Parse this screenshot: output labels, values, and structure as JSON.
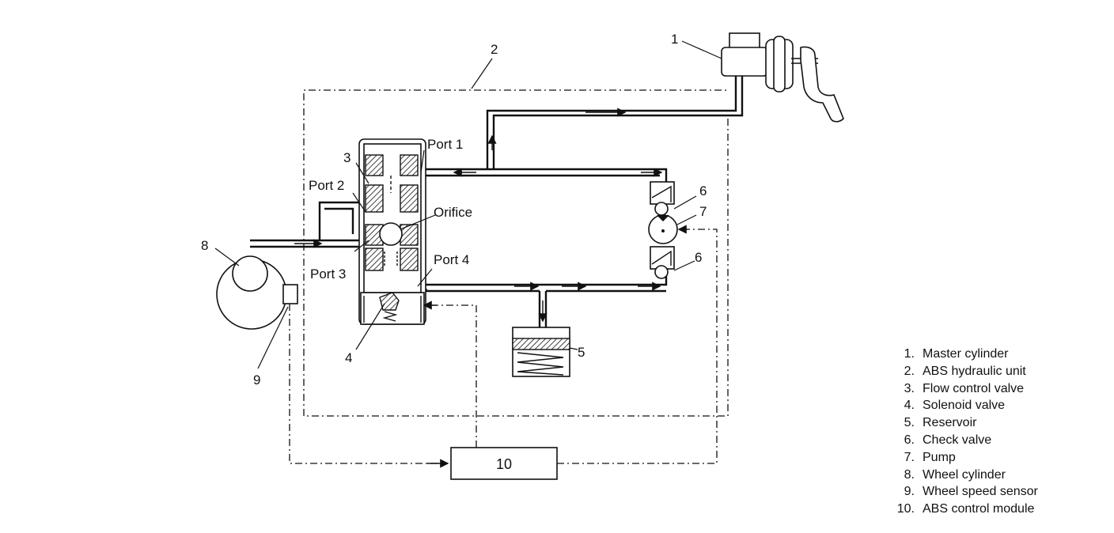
{
  "callouts": {
    "c1": "1",
    "c2": "2",
    "c3": "3",
    "c4": "4",
    "c5": "5",
    "c6a": "6",
    "c6b": "6",
    "c7": "7",
    "c8": "8",
    "c9": "9",
    "c10": "10"
  },
  "ports": {
    "port1": "Port 1",
    "port2": "Port 2",
    "port3": "Port 3",
    "port4": "Port 4",
    "orifice": "Orifice"
  },
  "legend": [
    {
      "num": "1.",
      "label": "Master cylinder"
    },
    {
      "num": "2.",
      "label": "ABS hydraulic unit"
    },
    {
      "num": "3.",
      "label": "Flow control valve"
    },
    {
      "num": "4.",
      "label": "Solenoid valve"
    },
    {
      "num": "5.",
      "label": "Reservoir"
    },
    {
      "num": "6.",
      "label": "Check valve"
    },
    {
      "num": "7.",
      "label": "Pump"
    },
    {
      "num": "8.",
      "label": "Wheel cylinder"
    },
    {
      "num": "9.",
      "label": "Wheel speed sensor"
    },
    {
      "num": "10.",
      "label": "ABS control module"
    }
  ]
}
